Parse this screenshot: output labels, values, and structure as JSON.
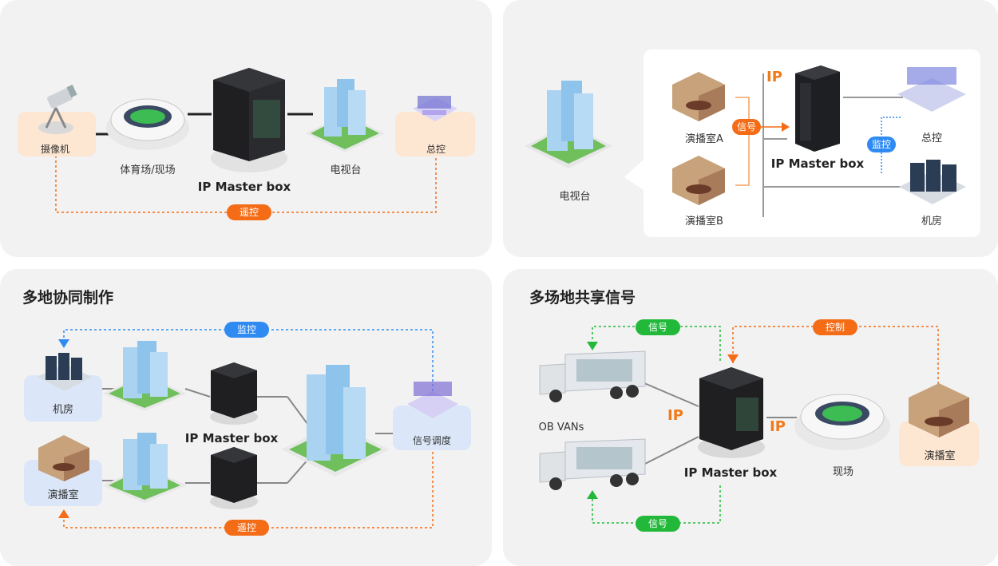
{
  "colors": {
    "orange": "#f46c16",
    "blue": "#2f8bf2",
    "green": "#22b93b",
    "panel": "#f2f2f2"
  },
  "panel1": {
    "camera": "摄像机",
    "stadium": "体育场/现场",
    "master": "IP Master box",
    "tv": "电视台",
    "control": "总控",
    "remote": "遥控"
  },
  "panel2": {
    "tv": "电视台",
    "studioA": "演播室A",
    "studioB": "演播室B",
    "ip": "IP",
    "signal": "信号",
    "master": "IP Master box",
    "monitor": "监控",
    "control": "总控",
    "machineRoom": "机房"
  },
  "panel3": {
    "title": "多地协同制作",
    "monitor": "监控",
    "machineRoom": "机房",
    "master": "IP Master box",
    "dispatch": "信号调度",
    "studio": "演播室",
    "remote": "遥控"
  },
  "panel4": {
    "title": "多场地共享信号",
    "signalTop": "信号",
    "control": "控制",
    "obvans": "OB VANs",
    "ipLeft": "IP",
    "ipRight": "IP",
    "master": "IP Master box",
    "venue": "现场",
    "studio": "演播室",
    "signalBottom": "信号"
  }
}
